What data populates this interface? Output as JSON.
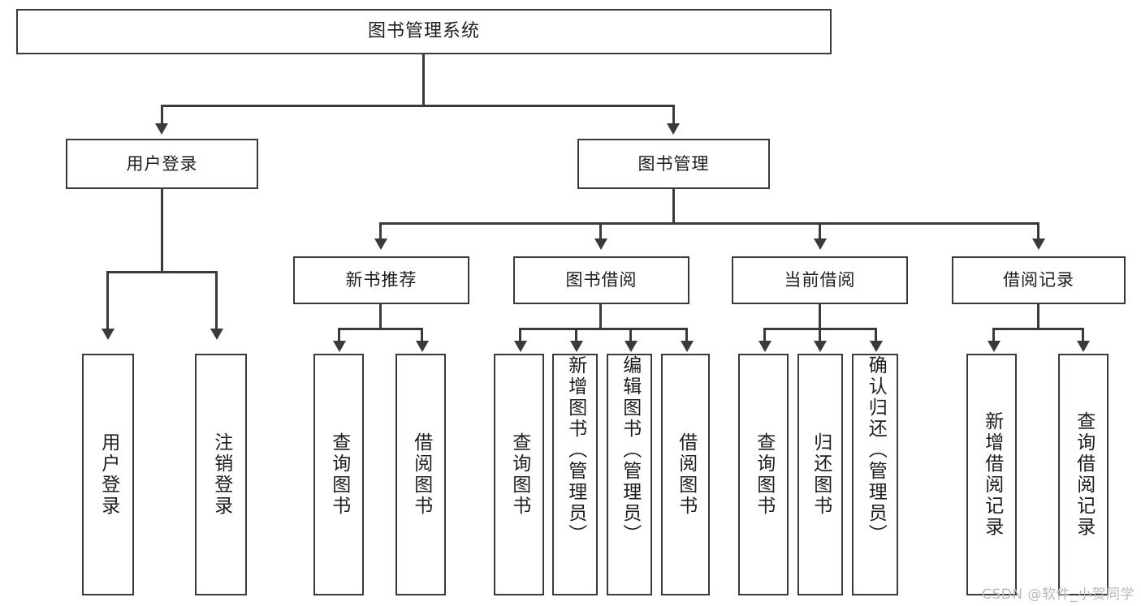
{
  "diagram": {
    "title": "图书管理系统",
    "type": "tree",
    "background": "#ffffff",
    "line_color": "#3a3a3a",
    "text_color": "#1d1d1d",
    "root": {
      "label": "图书管理系统"
    },
    "level2": [
      {
        "label": "用户登录"
      },
      {
        "label": "图书管理"
      }
    ],
    "level3": [
      {
        "label": "新书推荐"
      },
      {
        "label": "图书借阅"
      },
      {
        "label": "当前借阅"
      },
      {
        "label": "借阅记录"
      }
    ],
    "leaves": {
      "user_login": [
        {
          "label": "用户登录"
        },
        {
          "label": "注销登录"
        }
      ],
      "new_book": [
        {
          "label": "查询图书"
        },
        {
          "label": "借阅图书"
        }
      ],
      "borrow": [
        {
          "label": "查询图书"
        },
        {
          "label": "新增图书（管理员）"
        },
        {
          "label": "编辑图书（管理员）"
        },
        {
          "label": "借阅图书"
        }
      ],
      "current": [
        {
          "label": "查询图书"
        },
        {
          "label": "归还图书"
        },
        {
          "label": "确认归还（管理员）"
        }
      ],
      "records": [
        {
          "label": "新增借阅记录"
        },
        {
          "label": "查询借阅记录"
        }
      ]
    }
  },
  "watermark": {
    "text": "CSDN @软件_小贺同学"
  }
}
